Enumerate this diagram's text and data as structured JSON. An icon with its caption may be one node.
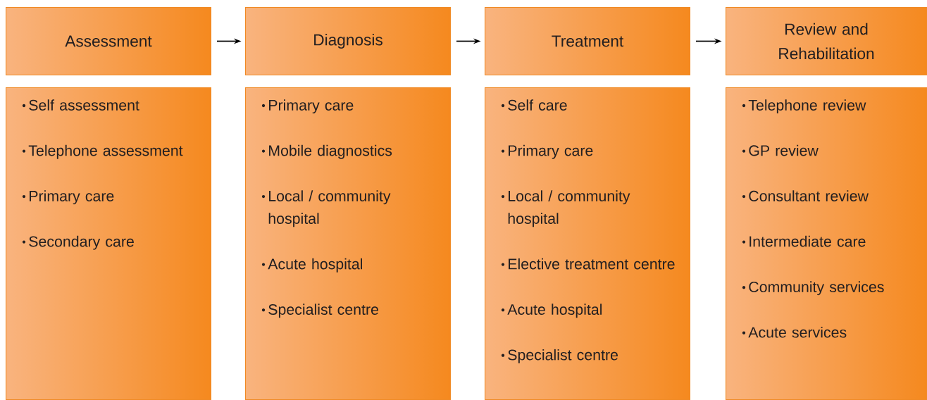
{
  "diagram": {
    "nodes": [
      {
        "text": [
          "Assessment"
        ]
      },
      {
        "text": [
          "Diagnosis"
        ]
      },
      {
        "text": [
          "Treatment"
        ]
      },
      {
        "text": [
          "Review and Rehabilitation"
        ]
      },
      {
        "text": [
          "Self assessment",
          "Telephone assessment",
          "Primary care",
          "Secondary care"
        ]
      },
      {
        "text": [
          "Primary care",
          "Mobile diagnostics",
          "Local / community hospital",
          "Acute hospital",
          "Specialist centre"
        ]
      },
      {
        "text": [
          "Self care",
          "Primary care",
          "Local / community hospital",
          "Elective treatment centre",
          "Acute hospital",
          "Specialist centre"
        ]
      },
      {
        "text": [
          "Telephone review",
          "GP review",
          "Consultant review",
          "Intermediate care",
          "Community services",
          "Acute services"
        ]
      }
    ],
    "edges": [
      {
        "from": 0,
        "to": 1,
        "arrow": "to"
      },
      {
        "from": 1,
        "to": 2,
        "arrow": "to"
      },
      {
        "from": 2,
        "to": 3,
        "arrow": "to"
      }
    ]
  }
}
